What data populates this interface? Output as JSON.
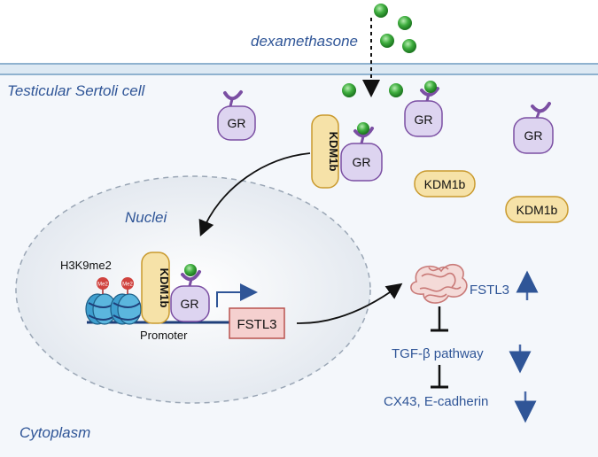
{
  "labels": {
    "dexamethasone": "dexamethasone",
    "cell": "Testicular Sertoli cell",
    "nuclei": "Nuclei",
    "cytoplasm": "Cytoplasm",
    "histone_mark": "H3K9me2",
    "me2": "Me2",
    "promoter": "Promoter"
  },
  "proteins": {
    "gr": "GR",
    "kdm1b": "KDM1b",
    "fstl3_gene": "FSTL3"
  },
  "pathway": {
    "fstl3": "FSTL3",
    "tgf": "TGF-β pathway",
    "cx43": "CX43, E-cadherin"
  },
  "colors": {
    "membrane": "#a9c6de",
    "ligand": "#3fae3f",
    "gr_fill": "#ddd4f0",
    "receptor_cup": "#7b4fa3",
    "kdm1b_fill": "#f6e2a8",
    "kdm1b_stroke": "#c99a2e",
    "fstl3_box": "#f5d0cf",
    "fstl3_stroke": "#b9524f",
    "text_blue": "#2f5597",
    "arrow_blue": "#4a6aa8",
    "nucleus_fill": "#e8ecf2"
  }
}
